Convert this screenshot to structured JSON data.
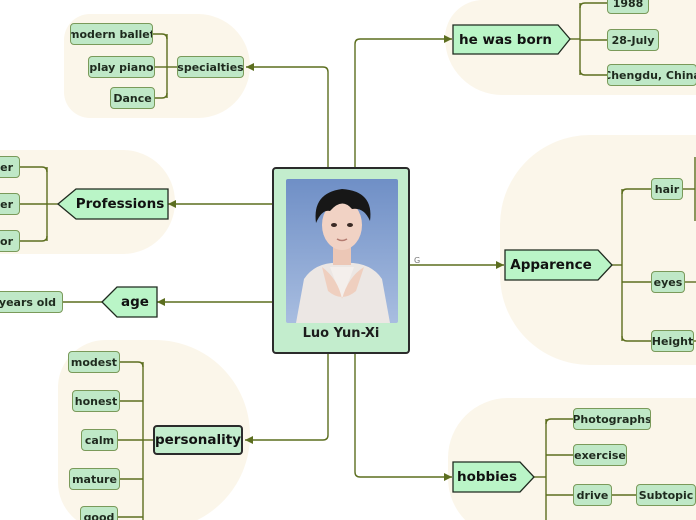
{
  "central": {
    "label": "Luo Yun-Xi"
  },
  "topics": {
    "born": {
      "label": "he was born",
      "children": [
        "1988",
        "28-July",
        "Chengdu, China"
      ]
    },
    "specialties": {
      "label": "specialties",
      "children": [
        "modern ballet",
        "play piano",
        "Dance"
      ]
    },
    "professions": {
      "label": "Professions",
      "children": [
        "ger",
        "cer",
        "tor"
      ]
    },
    "age": {
      "label": "age",
      "children": [
        "ur years old"
      ]
    },
    "apparence": {
      "label": "Apparence",
      "children": [
        "hair",
        "eyes",
        "Height"
      ]
    },
    "personality": {
      "label": "personality",
      "children": [
        "modest",
        "honest",
        "calm",
        "mature",
        "good"
      ]
    },
    "hobbies": {
      "label": "hobbies",
      "children": [
        "Photographs",
        "exercise",
        "drive"
      ],
      "sub": "Subtopic"
    }
  },
  "marker": "G",
  "colors": {
    "node_fill": "#c3edcd",
    "leaf_fill": "#bfe8c7",
    "line": "#5c6e1f",
    "bg_blob": "#fbf6ea"
  }
}
